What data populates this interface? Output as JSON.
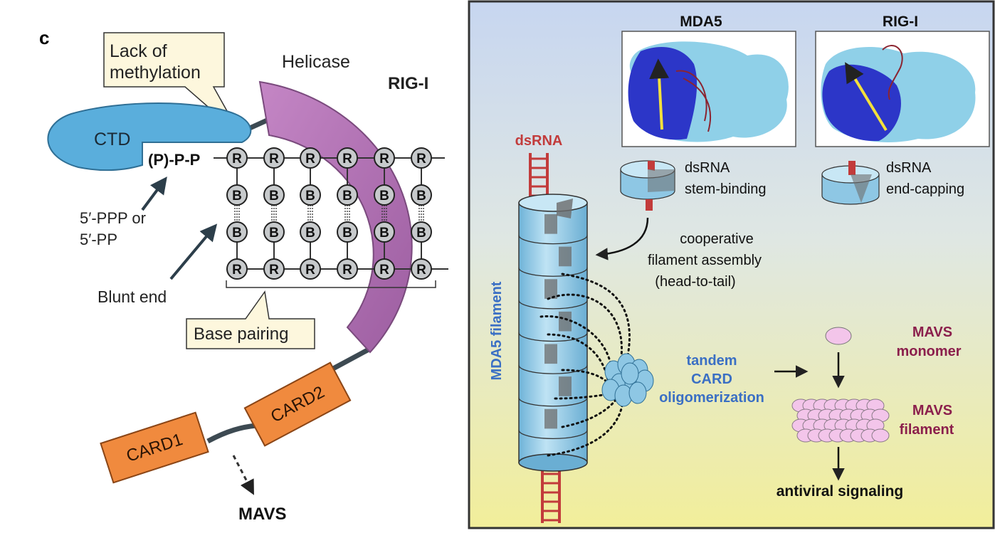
{
  "left_panel": {
    "panel_letter": "c",
    "lack_of_methylation": [
      "Lack of",
      "methylation"
    ],
    "helicase": "Helicase",
    "rig_i": "RIG-I",
    "ctd": "CTD",
    "phosphate": "(P)-P-P",
    "ribose_symbol": "R",
    "base_symbol": "B",
    "five_prime": [
      "5′-PPP or",
      "5′-PP"
    ],
    "blunt_end": "Blunt end",
    "base_pairing": "Base pairing",
    "card1": "CARD1",
    "card2": "CARD2",
    "mavs": "MAVS"
  },
  "right_panel": {
    "mda5_title": "MDA5",
    "rigi_title": "RIG-I",
    "dsrna_top": "dsRNA",
    "stem_binding": [
      "dsRNA",
      "stem-binding"
    ],
    "end_capping": [
      "dsRNA",
      "end-capping"
    ],
    "cooperative": [
      "cooperative",
      "filament assembly",
      "(head-to-tail)"
    ],
    "mda5_filament": "MDA5 filament",
    "tandem": [
      "tandem",
      "CARD",
      "oligomerization"
    ],
    "mavs_monomer": [
      "MAVS",
      "monomer"
    ],
    "mavs_filament": [
      "MAVS",
      "filament"
    ],
    "antiviral": "antiviral signaling"
  },
  "colors": {
    "ctd_blue": "#5aaedc",
    "helicase_purple": "#b172b3",
    "card_orange": "#f08a3e",
    "dsrna_red": "#c23b3b",
    "filament_blue": "#8ec7e4",
    "mavs_pink": "#f3c5ea",
    "label_blue": "#3a6fc4",
    "label_maroon": "#8b1f4c"
  }
}
